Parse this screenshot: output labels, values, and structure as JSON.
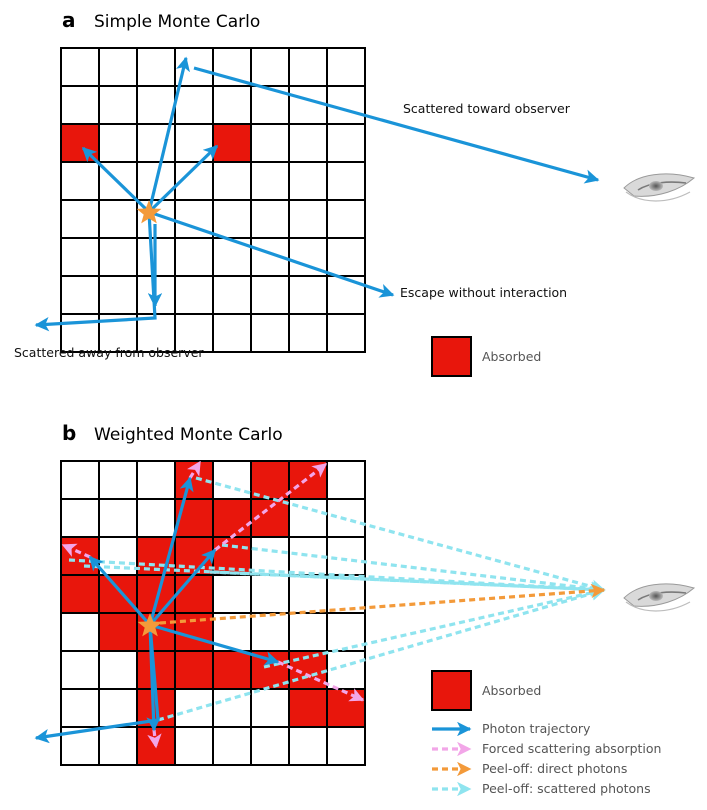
{
  "panel_a": {
    "letter": "a",
    "title": "Simple Monte Carlo",
    "labels": {
      "scattered_toward": "Scattered toward observer",
      "escape": "Escape without interaction",
      "scattered_away": "Scattered away from observer"
    },
    "legend_absorbed": "Absorbed",
    "grid_size": 8,
    "absorbed_cells": [
      [
        0,
        2
      ],
      [
        4,
        2
      ]
    ]
  },
  "panel_b": {
    "letter": "b",
    "title": "Weighted Monte Carlo",
    "legend_absorbed": "Absorbed",
    "grid_size": 8,
    "absorbed_cells": [
      [
        3,
        0
      ],
      [
        5,
        0
      ],
      [
        6,
        0
      ],
      [
        3,
        1
      ],
      [
        4,
        1
      ],
      [
        5,
        1
      ],
      [
        0,
        2
      ],
      [
        2,
        2
      ],
      [
        3,
        2
      ],
      [
        4,
        2
      ],
      [
        0,
        3
      ],
      [
        1,
        3
      ],
      [
        2,
        3
      ],
      [
        3,
        3
      ],
      [
        1,
        4
      ],
      [
        2,
        4
      ],
      [
        3,
        4
      ],
      [
        2,
        5
      ],
      [
        3,
        5
      ],
      [
        4,
        5
      ],
      [
        5,
        5
      ],
      [
        6,
        5
      ],
      [
        2,
        6
      ],
      [
        6,
        6
      ],
      [
        7,
        6
      ],
      [
        2,
        7
      ]
    ],
    "legend": [
      {
        "label": "Photon trajectory",
        "color": "#1a94d8",
        "style": "solid"
      },
      {
        "label": "Forced scattering absorption",
        "color": "#f2a6e8",
        "style": "dashed"
      },
      {
        "label": "Peel-off: direct photons",
        "color": "#f39a3a",
        "style": "dashed"
      },
      {
        "label": "Peel-off: scattered photons",
        "color": "#8fe4ef",
        "style": "dashed"
      }
    ]
  },
  "colors": {
    "absorbed": "#e8160c",
    "trajectory": "#1a94d8",
    "forced": "#f2a6e8",
    "direct": "#f39a3a",
    "scattered": "#8fe4ef",
    "star": "#f39a3a"
  }
}
